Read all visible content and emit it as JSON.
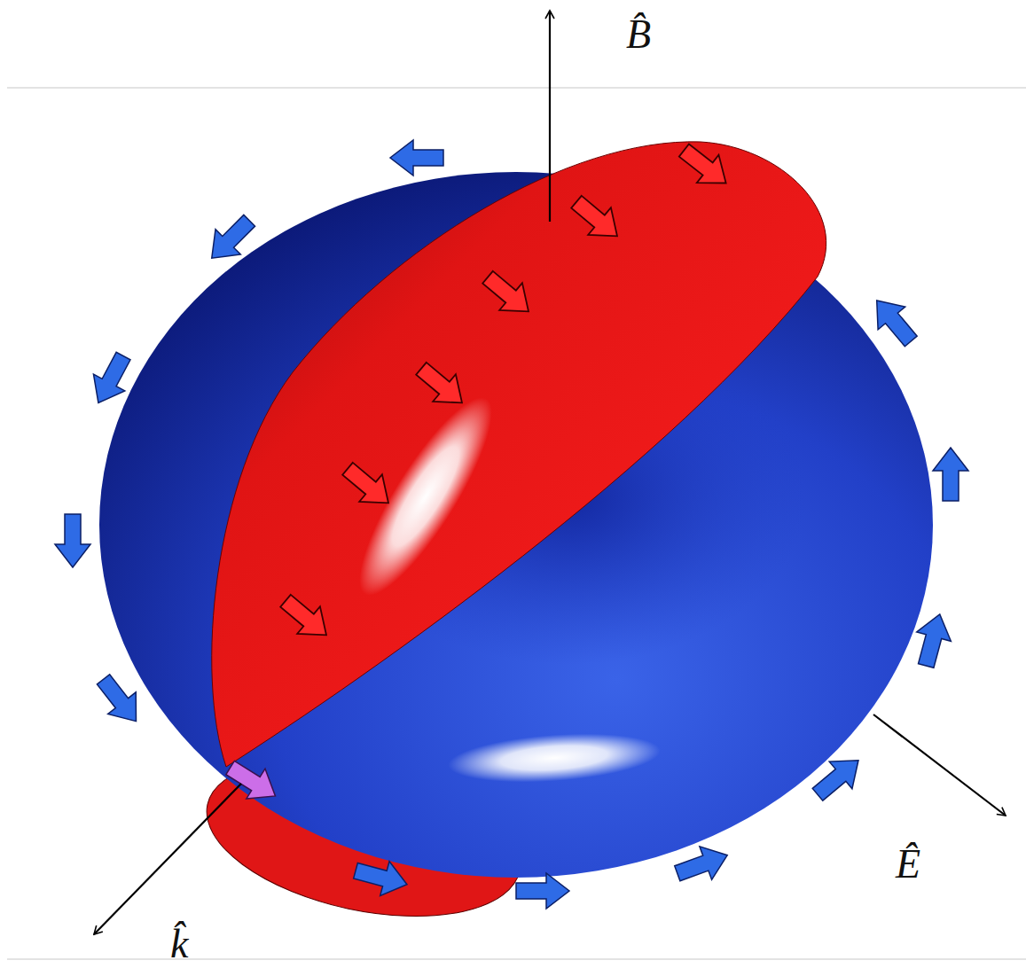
{
  "diagram": {
    "labels": [
      "B̂",
      "Ê",
      "k̂"
    ]
  }
}
